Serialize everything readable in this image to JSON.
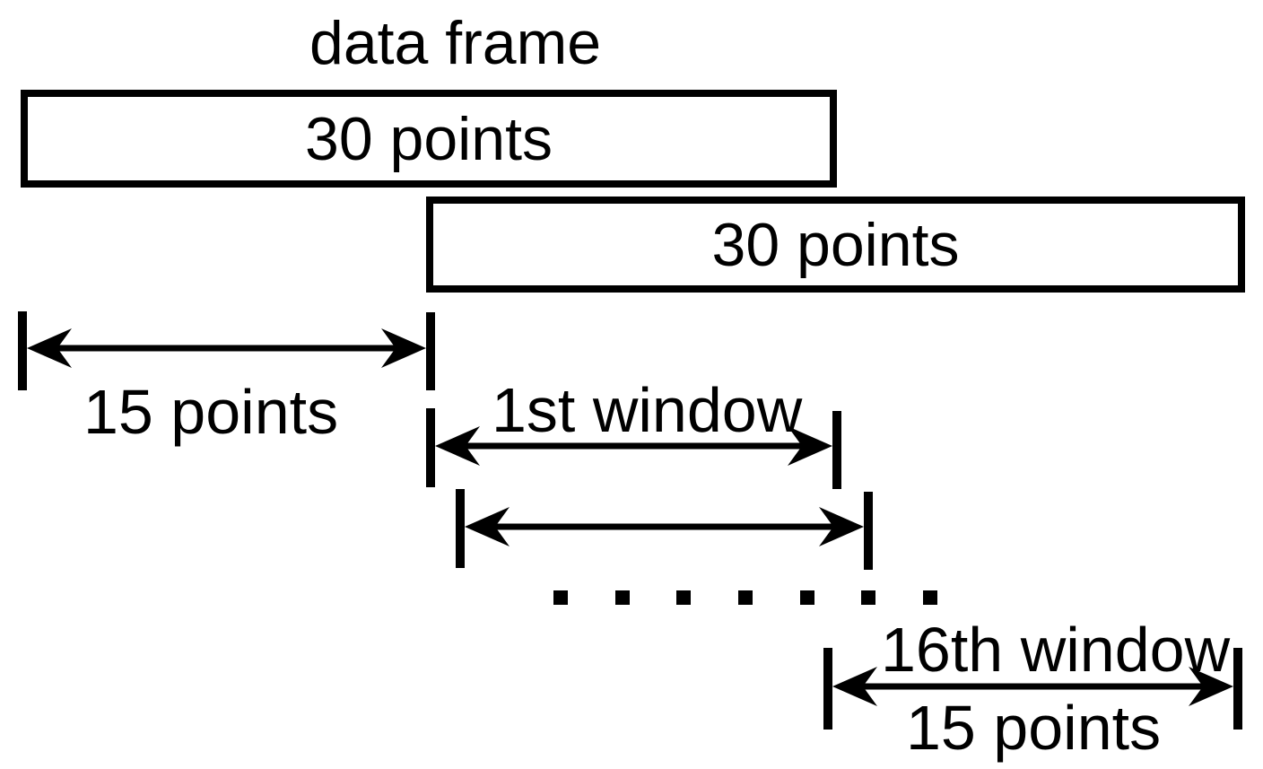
{
  "title": "data frame",
  "frame1": {
    "label": "30 points"
  },
  "frame2": {
    "label": "30 points"
  },
  "offset_measure": {
    "label": "15 points"
  },
  "window1_measure": {
    "label": "1st window"
  },
  "window16_measure": {
    "label": "16th window",
    "size_label": "15 points"
  },
  "ellipsis": {
    "dot_count": 7
  },
  "colors": {
    "ink": "#000000",
    "background": "#ffffff"
  }
}
